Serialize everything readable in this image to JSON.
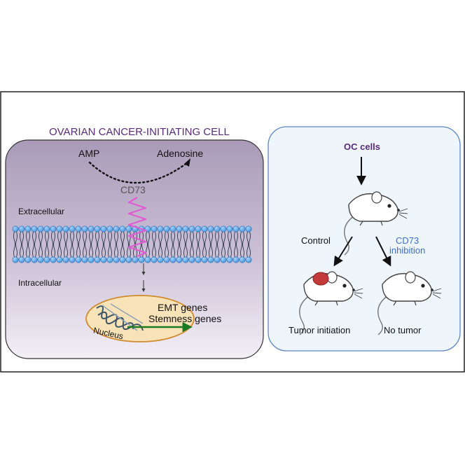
{
  "left_panel": {
    "title": "OVARIAN CANCER-INITIATING CELL",
    "amp_label": "AMP",
    "adenosine_label": "Adenosine",
    "cd73_label": "CD73",
    "extracellular_label": "Extracellular",
    "intracellular_label": "Intracellular",
    "nucleus_label": "Nucleus",
    "emt_genes_label": "EMT genes",
    "stemness_genes_label": "Stemness genes"
  },
  "right_panel": {
    "oc_cells_label": "OC cells",
    "control_label": "Control",
    "cd73_inhibition_line1": "CD73",
    "cd73_inhibition_line2": "inhibition",
    "tumor_initiation_label": "Tumor initiation",
    "no_tumor_label": "No tumor"
  },
  "colors": {
    "title_purple": "#5a2a7a",
    "left_panel_fill_top": "#a99bb8",
    "left_panel_fill_bottom": "#f3eff6",
    "right_panel_fill": "#eef5fb",
    "right_panel_border": "#5b86c0",
    "cd73_pink": "#e25bd2",
    "lipid_blue": "#5aa5e6",
    "inhibition_blue": "#3f6fc9",
    "nucleus_fill": "#f8e3b8",
    "nucleus_border": "#d28a2e",
    "gene_arrow_green": "#1c7a22",
    "tumor_red": "#c23a3a"
  },
  "icons": [
    "mouse-icon",
    "tumor-mass-icon",
    "dna-icon"
  ]
}
